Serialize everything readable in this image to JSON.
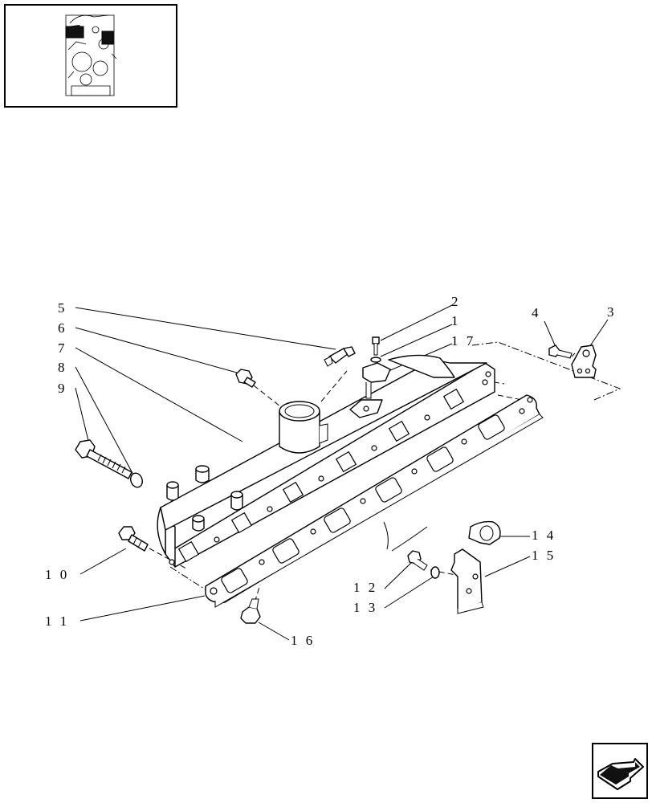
{
  "callouts": [
    {
      "id": "1",
      "text": "1"
    },
    {
      "id": "2",
      "text": "2"
    },
    {
      "id": "3",
      "text": "3"
    },
    {
      "id": "4",
      "text": "4"
    },
    {
      "id": "5",
      "text": "5"
    },
    {
      "id": "6",
      "text": "6"
    },
    {
      "id": "7",
      "text": "7"
    },
    {
      "id": "8",
      "text": "8"
    },
    {
      "id": "9",
      "text": "9"
    },
    {
      "id": "10",
      "text": "1 0"
    },
    {
      "id": "11",
      "text": "1 1"
    },
    {
      "id": "12",
      "text": "1 2"
    },
    {
      "id": "13",
      "text": "1 3"
    },
    {
      "id": "14",
      "text": "1 4"
    },
    {
      "id": "15",
      "text": "1 5"
    },
    {
      "id": "16",
      "text": "1 6"
    },
    {
      "id": "17",
      "text": "1 7"
    }
  ],
  "thumbnail": {
    "icon": "engine-location-icon"
  },
  "navigation": {
    "icon": "next-page-arrow-icon"
  }
}
